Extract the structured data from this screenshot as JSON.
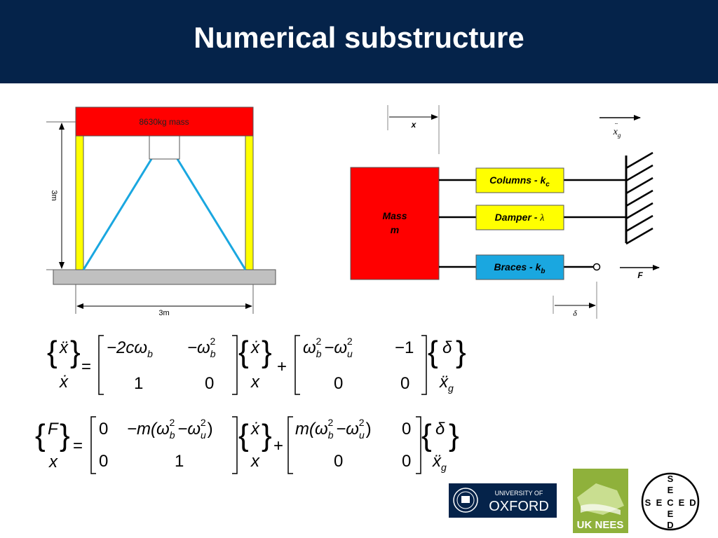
{
  "title": "Numerical substructure",
  "frame": {
    "mass_label": "8630kg mass",
    "height_label": "3m",
    "width_label": "3m",
    "colors": {
      "mass": "#ff0000",
      "columns": "#ffff00",
      "braces": "#1aa7e0",
      "base": "#c0c0c0"
    }
  },
  "model": {
    "mass_label_1": "Mass",
    "mass_label_2": "m",
    "columns_label": "Columns - k",
    "columns_sub": "c",
    "damper_label": "Damper - ",
    "damper_symbol": "λ",
    "braces_label": "Braces - k",
    "braces_sub": "b",
    "x_label": "x",
    "xg_label": "x",
    "xg_sub": "g",
    "xg_accent": "¨",
    "force_label": "F",
    "delta_label": "δ",
    "colors": {
      "mass": "#ff0000",
      "columns_box": "#ffff00",
      "damper_box": "#ffff00",
      "braces_box": "#1aa7e0"
    }
  },
  "eq1": {
    "lhs": [
      "ẍ",
      "ẋ"
    ],
    "m1": [
      [
        "−2cω",
        "b",
        "",
        "−ω",
        "b",
        "2"
      ],
      [
        "1",
        "",
        "",
        "0",
        "",
        ""
      ]
    ],
    "v1": [
      "ẋ",
      "x"
    ],
    "m2_r1": [
      "ω",
      "b",
      "2",
      "−ω",
      "u",
      "2",
      "−1"
    ],
    "m2_r2": [
      "0",
      "0"
    ],
    "v2": [
      "δ",
      "ẍ",
      "g"
    ]
  },
  "eq2": {
    "lhs": [
      "F",
      "x"
    ],
    "m1_r1": [
      "0",
      "−m(ω",
      "b",
      "2",
      "−ω",
      "u",
      "2",
      ")"
    ],
    "m1_r2": [
      "0",
      "1"
    ],
    "v1": [
      "ẋ",
      "x"
    ],
    "m2_r1": [
      "m(ω",
      "b",
      "2",
      "−ω",
      "u",
      "2",
      ")",
      "0"
    ],
    "m2_r2": [
      "0",
      "0"
    ],
    "v2": [
      "δ",
      "ẍ",
      "g"
    ]
  },
  "ops": {
    "equals": "=",
    "plus": "+"
  },
  "logos": {
    "oxford_line1": "UNIVERSITY OF",
    "oxford_line2": "OXFORD",
    "uknees": "UK NEES",
    "seced_h": [
      "S",
      "E",
      "C",
      "E",
      "D"
    ],
    "seced_v": [
      "S",
      "E",
      "C",
      "E",
      "D"
    ]
  }
}
